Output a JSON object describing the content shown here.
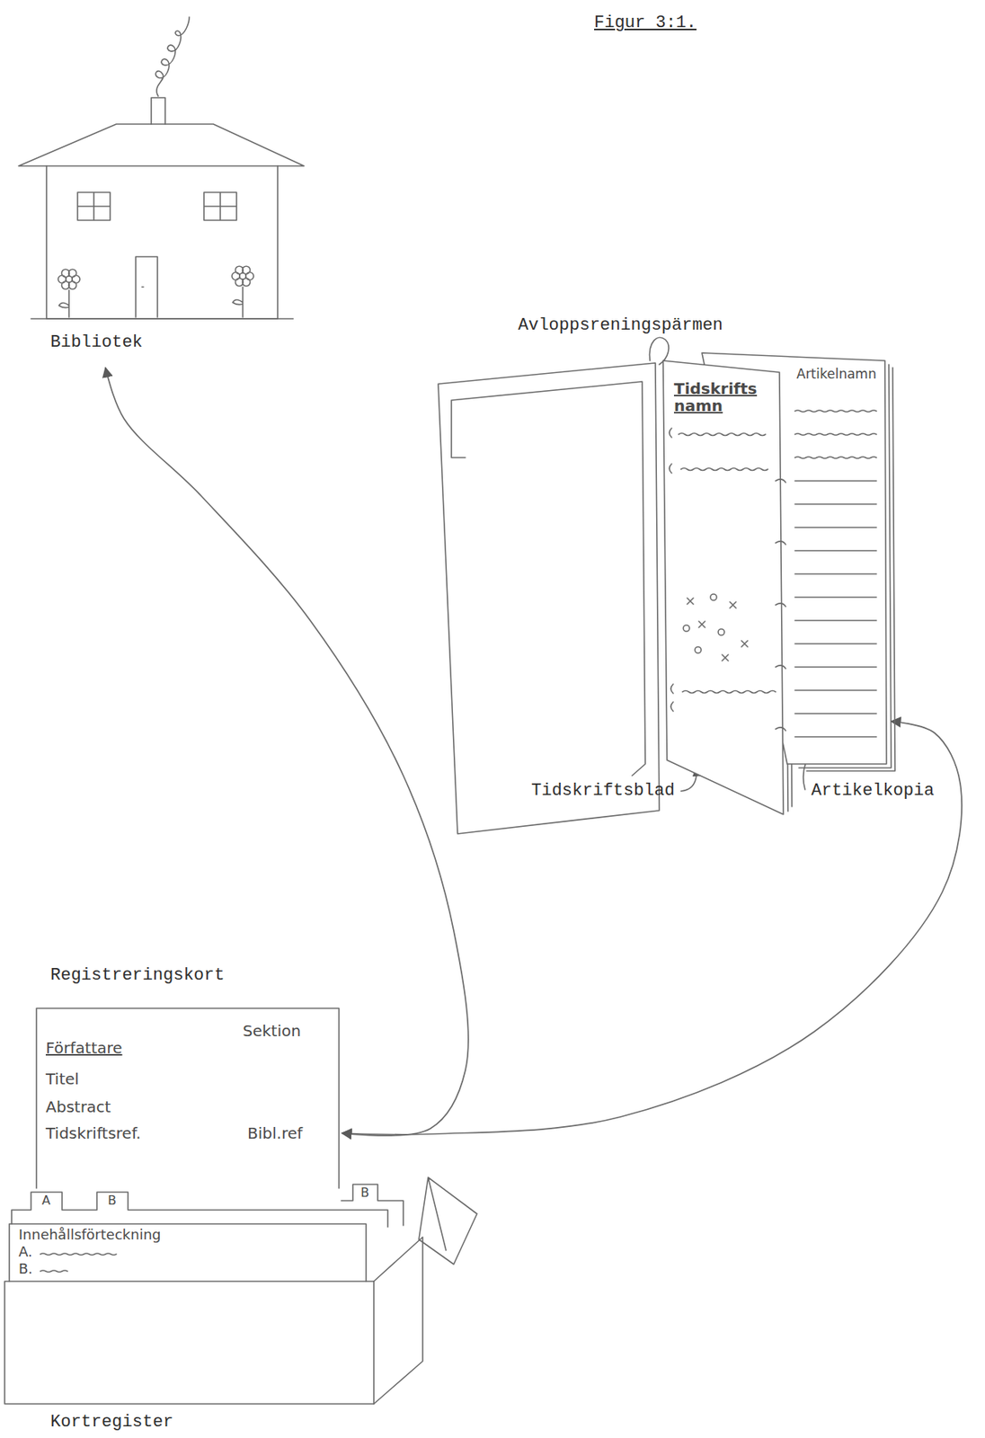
{
  "diagram": {
    "title": "Figur 3:1.",
    "nodes": [
      {
        "text": [
          "Bibliotek"
        ]
      },
      {
        "text": [
          "Avloppsreningspärmen"
        ]
      },
      {
        "text": [
          "Tidskrifts namn",
          "Tidskriftsblad"
        ],
        "in": 1
      },
      {
        "text": [
          "Artikelnamn",
          "Artikelkopia"
        ],
        "in": 1
      },
      {
        "text": [
          "Innehållsförteckning",
          "A.",
          "B.",
          "Kortregister"
        ]
      },
      {
        "text": [
          "Registreringskort",
          "Författare",
          "Sektion",
          "Titel",
          "Abstract",
          "Tidskriftsref.",
          "Bibl.ref"
        ],
        "in": 4
      }
    ],
    "edges": [
      {
        "from": 5,
        "to": 0,
        "arrow": "both"
      },
      {
        "from": 5,
        "to": 3,
        "arrow": "both"
      }
    ],
    "labels": [
      "A",
      "B",
      "B"
    ]
  }
}
